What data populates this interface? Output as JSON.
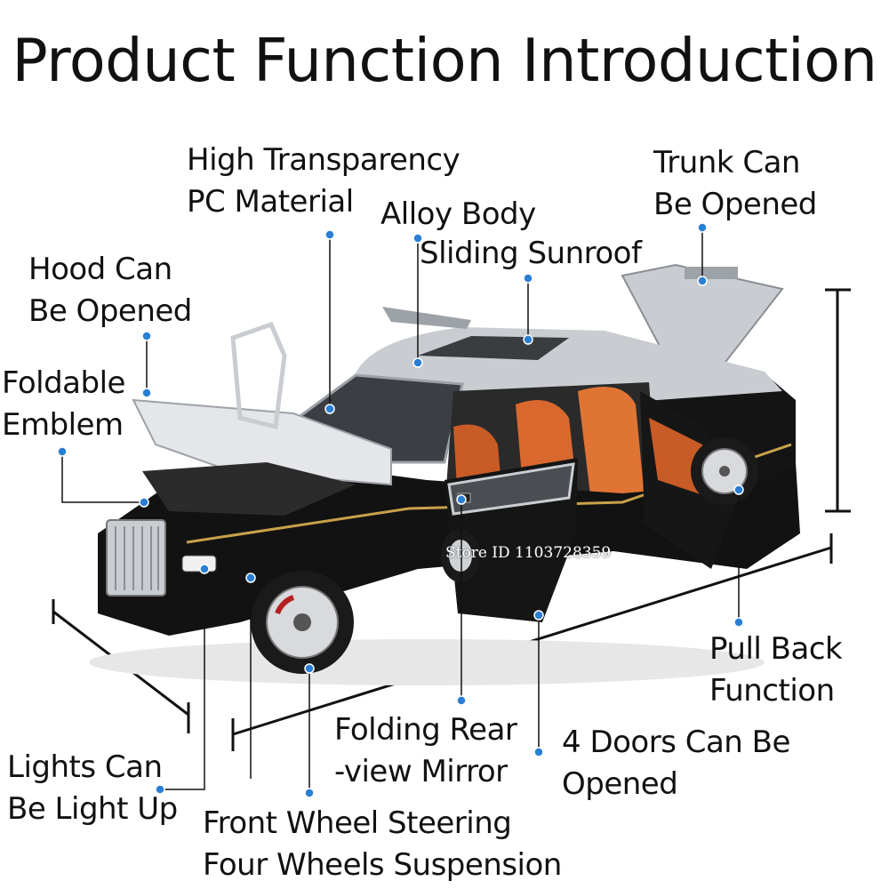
{
  "title": "Product Function Introduction",
  "watermark": "Store ID 1103728359",
  "labels": {
    "transparency": [
      "High Transparency",
      "PC Material"
    ],
    "alloy": [
      "Alloy Body"
    ],
    "sunroof": [
      "Sliding Sunroof"
    ],
    "trunk": [
      "Trunk Can",
      "Be Opened"
    ],
    "hood": [
      "Hood Can",
      "Be Opened"
    ],
    "emblem": [
      "Foldable",
      "Emblem"
    ],
    "pullback": [
      "Pull Back",
      "Function"
    ],
    "mirror": [
      "Folding Rear",
      "-view Mirror"
    ],
    "doors": [
      "4 Doors Can Be",
      "Opened"
    ],
    "lights": [
      "Lights Can",
      "Be Light Up"
    ],
    "wheels": [
      "Front Wheel Steering",
      "Four Wheels Suspension"
    ]
  },
  "colors": {
    "accent_dot": "#2a7fd4",
    "body_black": "#111111",
    "body_silver": "#c9cdd1",
    "interior": "#d9682e"
  }
}
